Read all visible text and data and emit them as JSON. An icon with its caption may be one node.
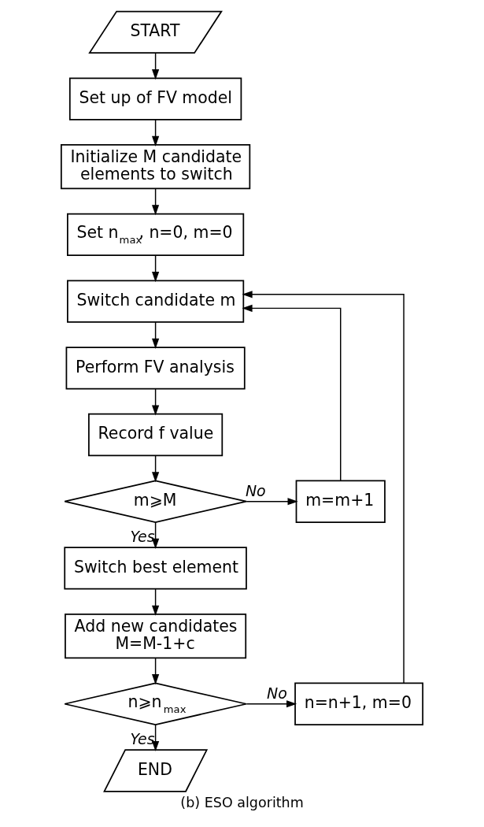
{
  "diagram": {
    "caption": "(b) ESO algorithm",
    "nodes": [
      {
        "text": [
          "START"
        ]
      },
      {
        "text": [
          "Set up of FV model"
        ]
      },
      {
        "text": [
          "Initialize M candidate elements to switch"
        ]
      },
      {
        "text": [
          "Set n$_{max}$, n=0, m=0"
        ]
      },
      {
        "text": [
          "Switch candidate m"
        ]
      },
      {
        "text": [
          "Perform FV analysis"
        ]
      },
      {
        "text": [
          "Record f value"
        ]
      },
      {
        "text": [
          "m⩾M"
        ]
      },
      {
        "text": [
          "m=m+1"
        ]
      },
      {
        "text": [
          "Switch best element"
        ]
      },
      {
        "text": [
          "Add new candidates M=M-1+c"
        ]
      },
      {
        "text": [
          "n⩾n$_{max}$"
        ]
      },
      {
        "text": [
          "n=n+1, m=0"
        ]
      },
      {
        "text": [
          "END"
        ]
      }
    ],
    "edges": [
      {
        "from": 0,
        "to": 1,
        "arrow": "to"
      },
      {
        "from": 1,
        "to": 2,
        "arrow": "to"
      },
      {
        "from": 2,
        "to": 3,
        "arrow": "to"
      },
      {
        "from": 3,
        "to": 4,
        "arrow": "to"
      },
      {
        "from": 4,
        "to": 5,
        "arrow": "to"
      },
      {
        "from": 5,
        "to": 6,
        "arrow": "to"
      },
      {
        "from": 6,
        "to": 7,
        "arrow": "to"
      },
      {
        "from": 7,
        "to": 8,
        "arrow": "to",
        "label": "No"
      },
      {
        "from": 8,
        "to": 4,
        "arrow": "to"
      },
      {
        "from": 7,
        "to": 9,
        "arrow": "to",
        "label": "Yes"
      },
      {
        "from": 9,
        "to": 10,
        "arrow": "to"
      },
      {
        "from": 10,
        "to": 11,
        "arrow": "to"
      },
      {
        "from": 11,
        "to": 12,
        "arrow": "to",
        "label": "No"
      },
      {
        "from": 12,
        "to": 4,
        "arrow": "to"
      },
      {
        "from": 11,
        "to": 13,
        "arrow": "to",
        "label": "Yes"
      }
    ]
  }
}
